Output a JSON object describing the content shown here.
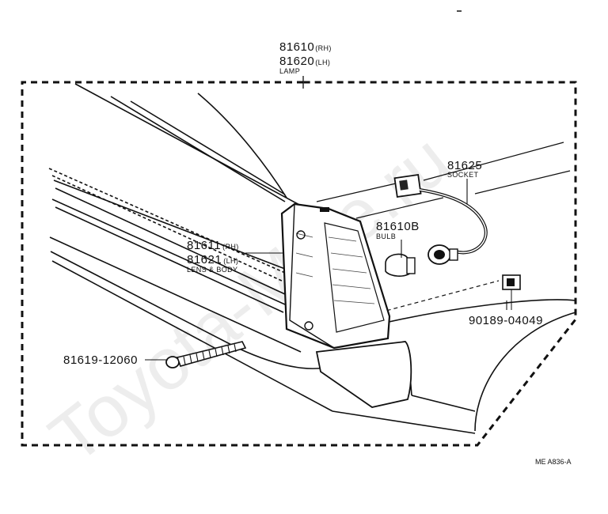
{
  "watermark": "Toyota-Mine.ru",
  "parts": {
    "lamp": {
      "rh": "81610",
      "rh_side": "(RH)",
      "lh": "81620",
      "lh_side": "(LH)",
      "name": "LAMP"
    },
    "lens": {
      "rh": "81611",
      "rh_side": "(RH)",
      "lh": "81621",
      "lh_side": "(LH)",
      "name": "LENS & BODY"
    },
    "socket": {
      "number": "81625",
      "name": "SOCKET"
    },
    "bulb": {
      "number": "81610B",
      "name": "BULB"
    },
    "clip": {
      "number": "90189-04049"
    },
    "screw": {
      "number": "81619-12060"
    }
  },
  "drawing_code": "ME A836-A"
}
